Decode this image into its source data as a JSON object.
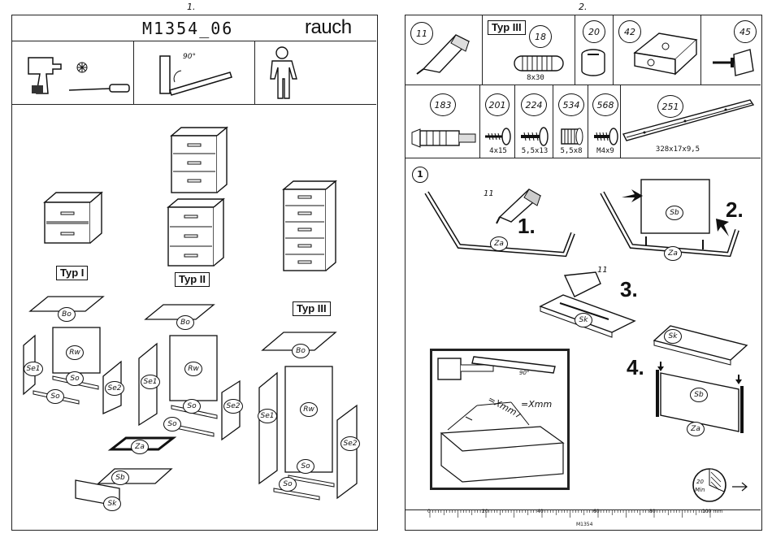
{
  "page1": {
    "number": "1.",
    "model": "M1354_06",
    "brand": "rauch",
    "types": [
      "Typ I",
      "Typ II",
      "Typ III"
    ],
    "angle_label": "90°",
    "part_labels": {
      "bo": "Bo",
      "rw": "Rw",
      "se1": "Se1",
      "se2": "Se2",
      "so": "So",
      "za": "Za",
      "sb": "Sb",
      "sk": "Sk"
    },
    "icons": [
      "drill-icon",
      "screwdriver-icon",
      "set-square-icon",
      "person-icon"
    ]
  },
  "page2": {
    "number": "2.",
    "type_label": "Typ III",
    "parts": [
      {
        "id": "11",
        "size": "",
        "icon": "glue-bottle-icon"
      },
      {
        "id": "18",
        "size": "8x30",
        "icon": "dowel-icon"
      },
      {
        "id": "20",
        "size": "",
        "icon": "cam-lock-icon"
      },
      {
        "id": "42",
        "size": "",
        "icon": "corner-bracket-icon"
      },
      {
        "id": "45",
        "size": "",
        "icon": "bracket-screw-icon"
      },
      {
        "id": "183",
        "size": "",
        "icon": "anchor-icon"
      },
      {
        "id": "201",
        "size": "4x15",
        "icon": "screw-icon"
      },
      {
        "id": "224",
        "size": "5,5x13",
        "icon": "screw-icon"
      },
      {
        "id": "534",
        "size": "5,5x8",
        "icon": "insert-icon"
      },
      {
        "id": "568",
        "size": "M4x9",
        "icon": "bolt-icon"
      },
      {
        "id": "251",
        "size": "328x17x9,5",
        "icon": "rail-icon"
      }
    ],
    "step": "1",
    "substeps": [
      "1.",
      "2.",
      "3.",
      "4."
    ],
    "glue_ref": "11",
    "measure_label": "=Xmm",
    "time": "20",
    "time_unit": "Min",
    "ruler": {
      "ticks": [
        "0",
        "20",
        "40",
        "60",
        "80",
        "100 mm"
      ],
      "caption": "M1354"
    }
  }
}
